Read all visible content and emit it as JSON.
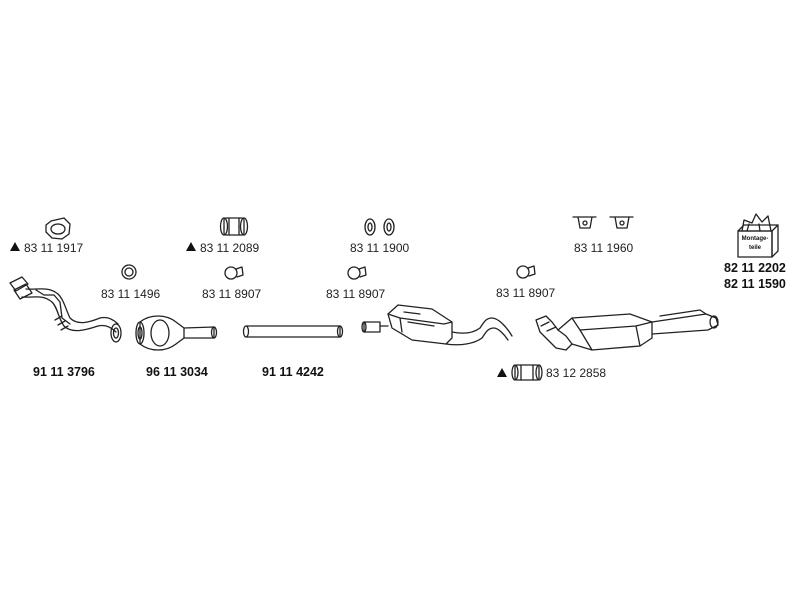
{
  "parts": {
    "p_8311_1917": "83 11 1917",
    "p_8311_2089": "83 11 2089",
    "p_8311_1900": "83 11 1900",
    "p_8311_1960": "83 11 1960",
    "p_8211_2202": "82 11 2202",
    "p_8211_1590": "82 11 1590",
    "p_8311_1496": "83 11 1496",
    "p_8311_8907_a": "83 11 8907",
    "p_8311_8907_b": "83 11 8907",
    "p_8311_8907_c": "83 11 8907",
    "p_9111_3796": "91 11 3796",
    "p_9611_3034": "96 11 3034",
    "p_9111_4242": "91 11 4242",
    "p_8312_2858": "83 12 2858"
  },
  "kit_box_text": "Montage-teile",
  "warning_icon": "warning-triangle-icon"
}
